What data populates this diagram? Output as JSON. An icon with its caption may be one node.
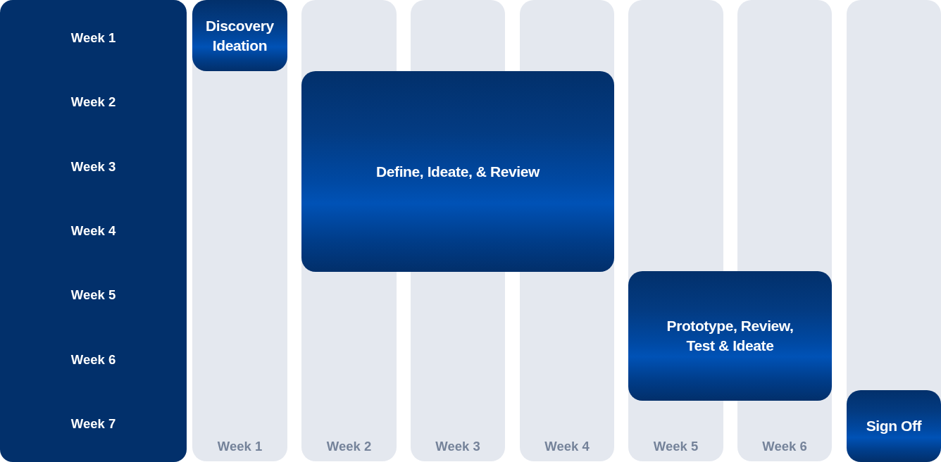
{
  "diagram": {
    "nodes": [
      {
        "text": [
          "Week 1",
          "Week 2",
          "Week 3",
          "Week 4",
          "Week 5",
          "Week 6",
          "Week 7"
        ]
      },
      {
        "text": [
          "Discovery Ideation"
        ]
      },
      {
        "text": [
          "Define, Ideate, & Review"
        ]
      },
      {
        "text": [
          "Prototype, Review, Test & Ideate"
        ]
      },
      {
        "text": [
          "Sign Off"
        ]
      }
    ],
    "labels": [
      "Week 1",
      "Week 2",
      "Week 3",
      "Week 4",
      "Week 5",
      "Week 6"
    ]
  }
}
